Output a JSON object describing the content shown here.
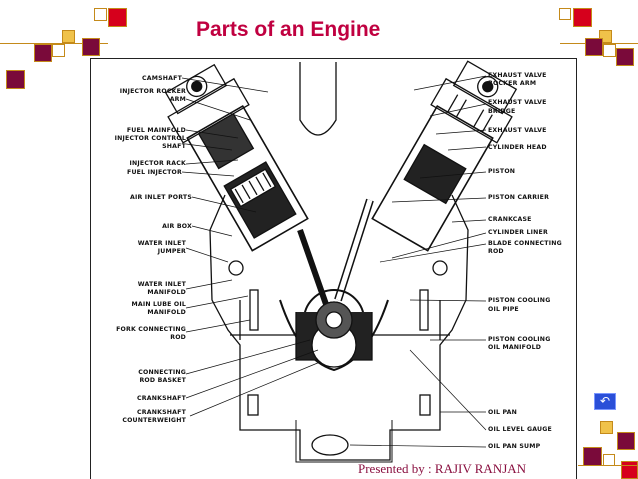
{
  "slide": {
    "title": "Parts of an Engine",
    "footer": "Presented by : RAJIV  RANJAN",
    "nav_icon": "return-icon"
  },
  "labels": {
    "left": [
      "CAMSHAFT",
      "INJECTOR ROCKER",
      "ARM",
      "FUEL MAINFOLD",
      "INJECTOR CONTROL",
      "SHAFT",
      "INJECTOR RACK",
      "FUEL INJECTOR",
      "AIR INLET PORTS",
      "AIR BOX",
      "WATER INLET",
      "JUMPER",
      "WATER INLET",
      "MANIFOLD",
      "MAIN LUBE OIL",
      "MANIFOLD",
      "FORK CONNECTING",
      "ROD",
      "CONNECTING",
      "ROD BASKET",
      "CRANKSHAFT",
      "CRANKSHAFT",
      "COUNTERWEIGHT"
    ],
    "right": [
      "EXHAUST VALVE",
      "ROCKER ARM",
      "EXHAUST VALVE",
      "BRIDGE",
      "EXHAUST VALVE",
      "CYLINDER HEAD",
      "PISTON",
      "PISTON CARRIER",
      "CRANKCASE",
      "CYLINDER LINER",
      "BLADE CONNECTING",
      "ROD",
      "PISTON COOLING",
      "OIL PIPE",
      "PISTON COOLING",
      "OIL MANIFOLD",
      "OIL PAN",
      "OIL LEVEL GAUGE",
      "OIL PAN SUMP"
    ]
  },
  "colors": {
    "title": "#c00040",
    "frame_gold": "#c48a1a",
    "red_square": "#d6001c",
    "purple_square": "#7a0a3a",
    "nav_button": "#2a4fd8"
  }
}
